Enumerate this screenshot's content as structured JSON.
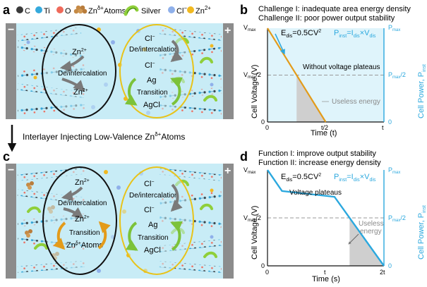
{
  "panels": {
    "a": "a",
    "b": "b",
    "c": "c",
    "d": "d"
  },
  "legend": {
    "items": [
      {
        "label": "C",
        "color": "#3a3a3a"
      },
      {
        "label": "Ti",
        "color": "#35a9dc"
      },
      {
        "label": "O",
        "color": "#ef6a5a"
      },
      {
        "label": "Atoms",
        "color": "#c58a45"
      },
      {
        "label": "Silver",
        "color": "#8fcf3a"
      },
      {
        "label": "Cl",
        "color": "#8fb0ea"
      },
      {
        "label": "Zn",
        "color": "#f1b921"
      }
    ],
    "zn_atom_sup": "δ+",
    "cl_sup": "−",
    "zn_sup": "2+"
  },
  "colors": {
    "cell_bg": "#c8ecf6",
    "electrode": "#8c8c8c",
    "orange": "#e39b1a",
    "blue_axis": "#2ba8de",
    "green": "#7cc23a",
    "gray_arrow": "#7a7a7a",
    "useless": "#cfcfcf",
    "area_fill": "#dff4fb"
  },
  "cell_top": {
    "left": {
      "zn2": "Zn",
      "sup": "2+",
      "process": "De/intercalation",
      "zn2b": "Zn",
      "supb": "2+"
    },
    "right": {
      "cl1": "Cl",
      "process": "De/intercalation",
      "cl2": "Cl",
      "ag": "Ag",
      "transition": "Transition",
      "agcl": "AgCl"
    }
  },
  "transition_arrow": {
    "text_pre": "Interlayer Injecting Low-Valence Zn",
    "sup": "δ+",
    "text_post": "Atoms"
  },
  "cell_bottom": {
    "left": {
      "zn1": "Zn",
      "sup1": "2+",
      "process": "De/intercalation",
      "zn2": "Zn",
      "sup2": "2+",
      "transition": "Transition",
      "znatoms": "Zn",
      "sup3": "δ+",
      "atoms": "Atoms"
    },
    "right": {
      "cl1": "Cl",
      "process": "De/intercalation",
      "cl2": "Cl",
      "ag": "Ag",
      "transition": "Transition",
      "agcl": "AgCl"
    }
  },
  "electrode_signs": {
    "minus": "−",
    "plus": "+"
  },
  "chart_b_text": {
    "challenge1": "Challenge I: inadequate area energy density",
    "challenge2": "Challenge II: poor power output stability",
    "edis": "E",
    "edis_sub": "dis",
    "edis_eq": "=0.5CV",
    "edis_sup": "2",
    "pinst": "P",
    "pinst_sub": "inst",
    "pinst_eq": "=I",
    "pinst_sub2": "dis",
    "pinst_x": "×V",
    "pinst_sub3": "dis",
    "plateau_note": "Without voltage plateaus",
    "useless": "Useless energy",
    "ylabel": "Cell Voltage (V)",
    "xlabel": "Time (t)",
    "y2label": "Cell Power, P",
    "y2label_sub": "inst",
    "ytick_vmax": "V",
    "ytick_vmax_sub": "max",
    "ytick_vhalf": "V",
    "ytick_vhalf_sub": "max",
    "ytick_vhalf_suffix": "/2",
    "ytick_zero": "0",
    "xtick_zero": "0",
    "xtick_mid": "t/2",
    "xtick_end": "t",
    "y2tick_pmax": "P",
    "y2tick_pmax_sub": "max",
    "y2tick_phalf": "P",
    "y2tick_phalf_sub": "max",
    "y2tick_phalf_suffix": "/2",
    "y2tick_zero": "0"
  },
  "chart_d_text": {
    "function1": "Function I: improve output stability",
    "function2": "Function II: increase energy density",
    "edis": "E",
    "edis_sub": "dis",
    "edis_eq": "=0.5CV",
    "edis_sup": "2",
    "pinst": "P",
    "pinst_sub": "inst",
    "pinst_eq": "=I",
    "pinst_sub2": "dis",
    "pinst_x": "×V",
    "pinst_sub3": "dis",
    "plateau_note": "Voltage plateaus",
    "useless1": "Useless",
    "useless2": "energy",
    "ylabel": "Cell Voltage (V)",
    "xlabel": "Time (s)",
    "y2label": "Cell Power, P",
    "y2label_sub": "inst",
    "ytick_vmax": "V",
    "ytick_vmax_sub": "max",
    "ytick_vhalf": "V",
    "ytick_vhalf_sub": "max",
    "ytick_vhalf_suffix": "/2",
    "ytick_zero": "0",
    "xtick_zero": "0",
    "xtick_mid": "t",
    "xtick_end": "2t",
    "y2tick_pmax": "P",
    "y2tick_pmax_sub": "max",
    "y2tick_phalf": "P",
    "y2tick_phalf_sub": "max",
    "y2tick_phalf_suffix": "/2",
    "y2tick_zero": "0"
  },
  "chart_data": [
    {
      "type": "line",
      "title": "",
      "x_ticks": [
        "0",
        "t/2",
        "t"
      ],
      "series": [
        {
          "values": [
            {
              "x": 0,
              "y": 1.0
            },
            {
              "x": 0.5,
              "y": 0.0
            }
          ]
        }
      ],
      "reference_line": {
        "y": 0.5
      },
      "xlim": [
        0,
        1
      ],
      "ylim": [
        0,
        1
      ],
      "grid": false
    },
    {
      "type": "line",
      "title": "",
      "x_ticks": [
        "0",
        "t",
        "2t"
      ],
      "series": [
        {
          "values": [
            {
              "x": 0,
              "y": 1.0
            },
            {
              "x": 0.25,
              "y": 0.78
            },
            {
              "x": 1.15,
              "y": 0.72
            },
            {
              "x": 2.0,
              "y": 0.0
            }
          ]
        }
      ],
      "reference_line": {
        "y": 0.5
      },
      "xlim": [
        0,
        2
      ],
      "ylim": [
        0,
        1
      ],
      "grid": false
    }
  ]
}
